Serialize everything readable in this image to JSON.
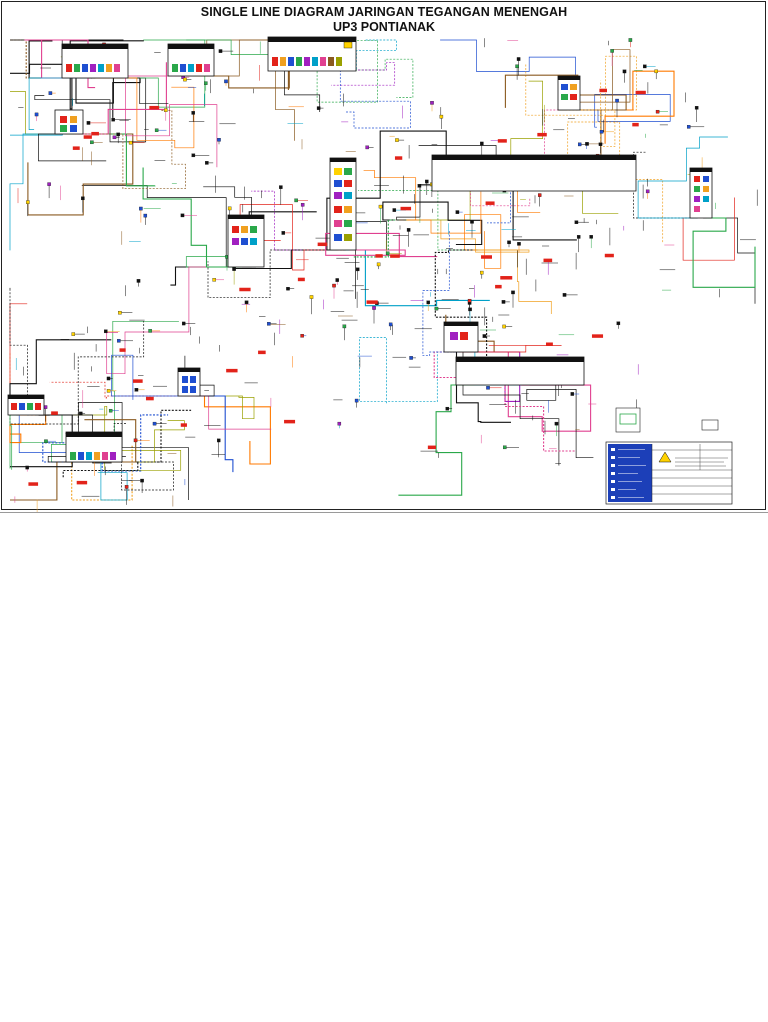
{
  "title": {
    "line1": "SINGLE LINE DIAGRAM JARINGAN TEGANGAN MENENGAH",
    "line2": "UP3 PONTIANAK"
  },
  "colors": {
    "feeder_palette": [
      "#e2231a",
      "#1f4fd1",
      "#2aa84a",
      "#f0a020",
      "#a020c0",
      "#00a0c8",
      "#e04090",
      "#8a5a20",
      "#9aa000",
      "#ff7a00"
    ],
    "busbar": "#111111",
    "substation_fill": "#ffffff",
    "legend_bg": "#1c3fb8",
    "warning": "#ffd200"
  },
  "substations": [
    {
      "id": "gi-a",
      "icon": "substation-box"
    },
    {
      "id": "gi-b",
      "icon": "substation-box"
    },
    {
      "id": "gi-c",
      "icon": "substation-box"
    },
    {
      "id": "gi-d",
      "icon": "substation-box"
    },
    {
      "id": "gi-e",
      "icon": "substation-box"
    },
    {
      "id": "gi-f",
      "icon": "substation-box"
    },
    {
      "id": "gi-g",
      "icon": "substation-box"
    },
    {
      "id": "gi-h",
      "icon": "substation-box"
    },
    {
      "id": "gi-i",
      "icon": "substation-box"
    },
    {
      "id": "gi-j",
      "icon": "substation-box"
    },
    {
      "id": "gi-k",
      "icon": "substation-box"
    }
  ],
  "legend": {
    "icon": "legend-table",
    "warning_icon": "warning-triangle-icon"
  }
}
